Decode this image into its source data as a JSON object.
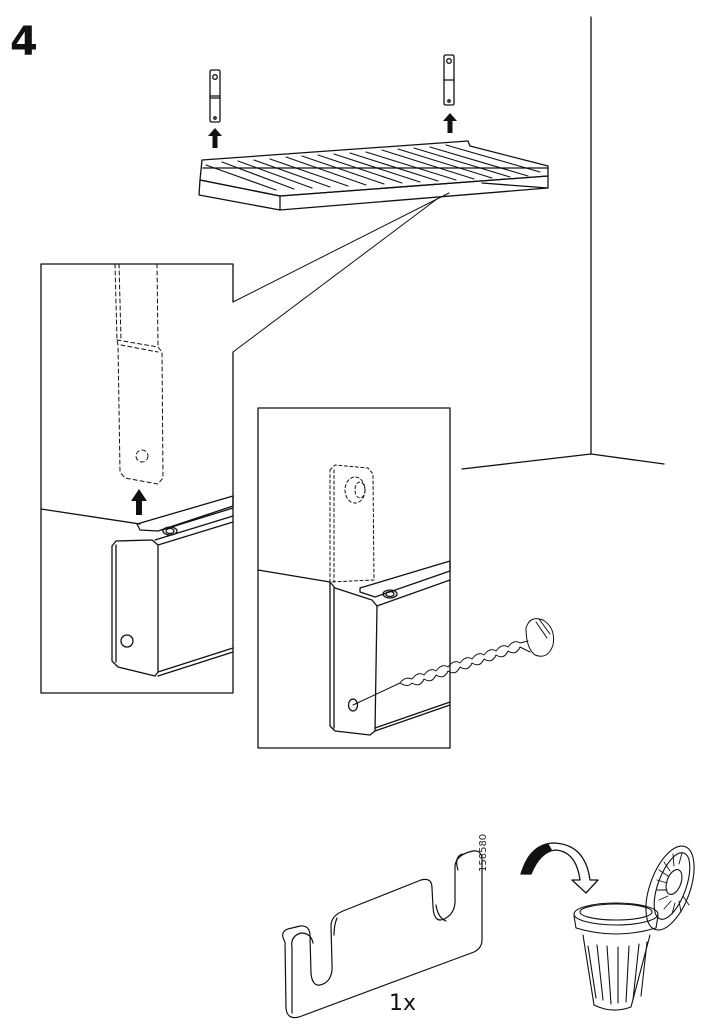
{
  "page": {
    "step_number": "4",
    "background_color": "#ffffff",
    "line_color": "#111111"
  },
  "overview": {
    "description": "Rack shelf lifted onto two wall brackets in a room corner",
    "arrows": [
      "up-arrow-left-bracket",
      "up-arrow-right-bracket"
    ],
    "slat_count": 16
  },
  "detail_left": {
    "description": "Bracket (dashed) slides down onto shelf slot; arrow points up"
  },
  "detail_right": {
    "description": "Screw inserted through side hole to secure bracket"
  },
  "part": {
    "quantity_label": "1x",
    "part_number": "158580",
    "description": "Spacer/alignment tool to be discarded"
  },
  "disposal": {
    "description": "Curved arrow into open trash bin"
  }
}
